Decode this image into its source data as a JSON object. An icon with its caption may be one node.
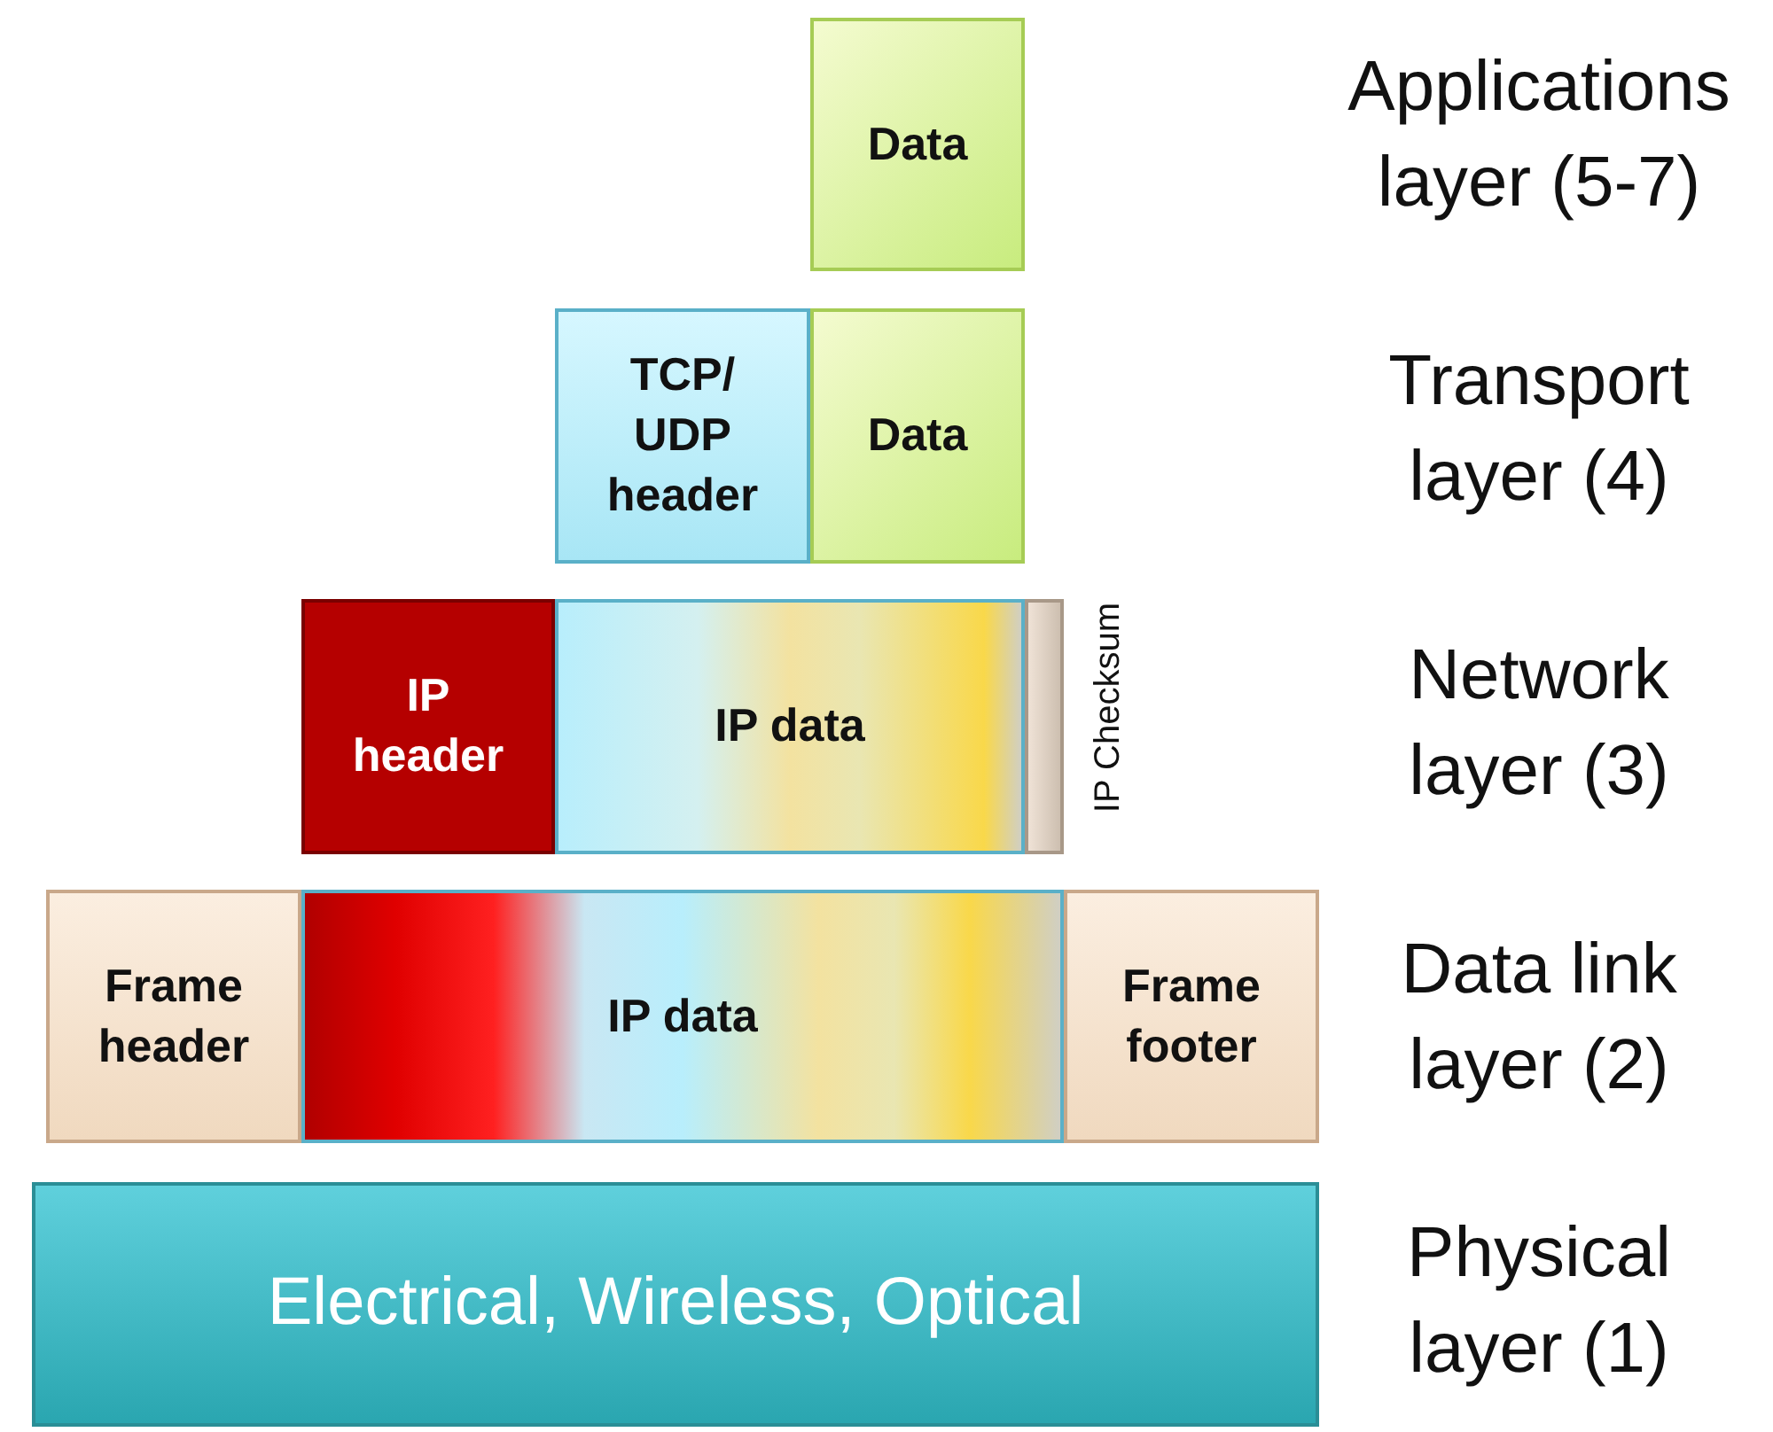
{
  "diagram": {
    "nodes": [
      {
        "text": [
          "Data"
        ]
      },
      {
        "text": [
          "TCP/ UDP header"
        ]
      },
      {
        "text": [
          "Data"
        ]
      },
      {
        "text": [
          "IP header"
        ]
      },
      {
        "text": [
          "IP data"
        ]
      },
      {
        "text": [],
        "shape": "bar",
        "beside": [
          "IP Checksum"
        ]
      },
      {
        "text": [
          "Frame header"
        ]
      },
      {
        "text": [
          "IP data"
        ]
      },
      {
        "text": [
          "Frame footer"
        ]
      },
      {
        "text": [
          "Electrical, Wireless, Optical"
        ]
      }
    ],
    "edges": [],
    "labels": [
      "Applications layer (5-7)",
      "Transport layer (4)",
      "Network layer (3)",
      "Data link layer (2)",
      "Physical layer (1)"
    ]
  }
}
